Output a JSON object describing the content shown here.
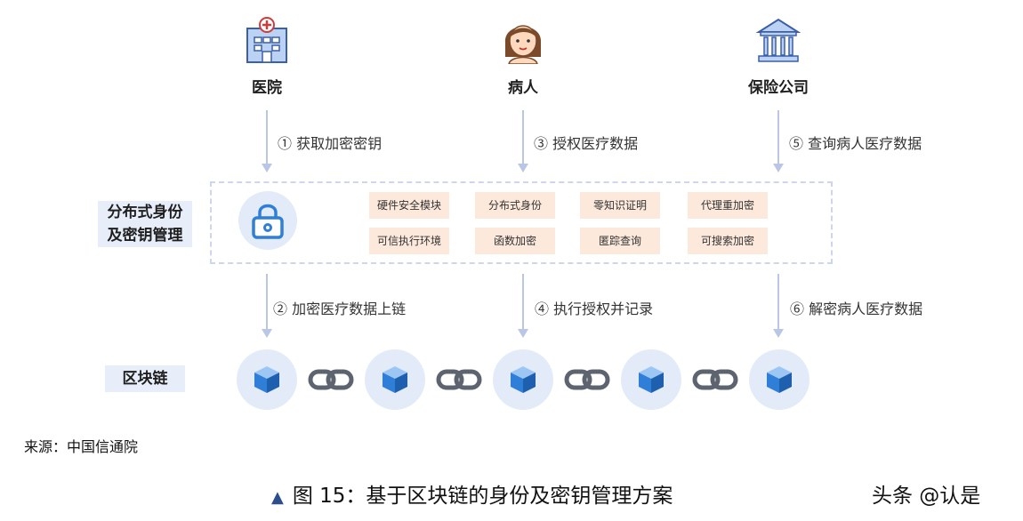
{
  "actors": [
    {
      "name": "hospital",
      "label": "医院",
      "icon": "hospital-icon"
    },
    {
      "name": "patient",
      "label": "病人",
      "icon": "patient-icon"
    },
    {
      "name": "insurer",
      "label": "保险公司",
      "icon": "bank-icon"
    }
  ],
  "steps_top": [
    "① 获取加密密钥",
    "③ 授权医疗数据",
    "⑤ 查询病人医疗数据"
  ],
  "steps_bottom": [
    "② 加密医疗数据上链",
    "④ 执行授权并记录",
    "⑥ 解密病人医疗数据"
  ],
  "identity_label": [
    "分布式身份",
    "及密钥管理"
  ],
  "blockchain_label": "区块链",
  "tags": {
    "row1": [
      "硬件安全模块",
      "分布式身份",
      "零知识证明",
      "代理重加密"
    ],
    "row2": [
      "可信执行环境",
      "函数加密",
      "匿踪查询",
      "可搜索加密"
    ]
  },
  "colors": {
    "accent": "#2f7fd8",
    "tag_bg": "#fde9dc",
    "label_bg": "#e8eef9",
    "arrow": "#b9c6e6"
  },
  "source": "来源：中国信通院",
  "caption": {
    "marker": "▲",
    "text": "图 15：基于区块链的身份及密钥管理方案"
  },
  "watermark": "头条 @认是"
}
